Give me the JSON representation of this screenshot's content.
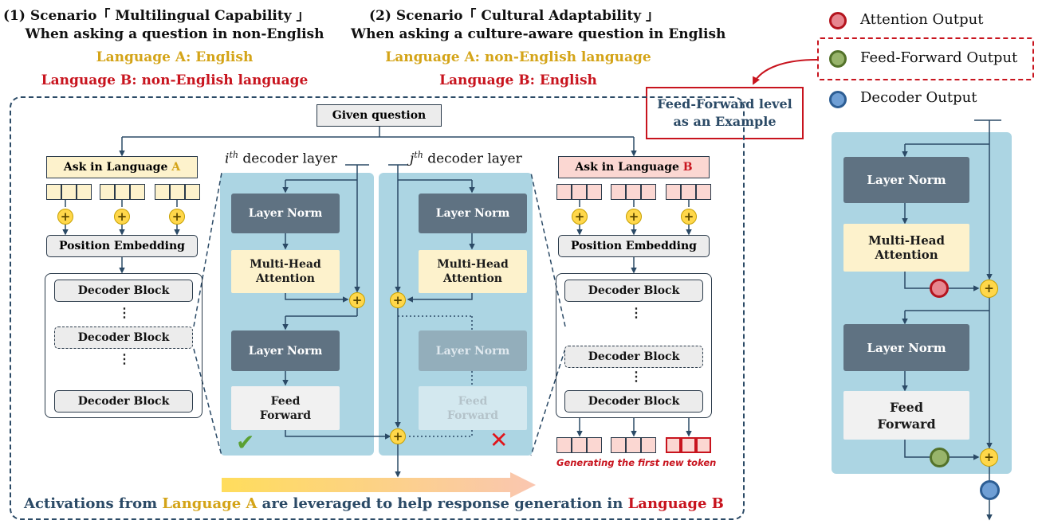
{
  "scenario1": {
    "title": "(1) Scenario「 Multilingual Capability 」",
    "subtitle": "When asking a question in non-English",
    "lang_a": "Language A: English",
    "lang_b": "Language B: non-English language"
  },
  "scenario2": {
    "title": "(2) Scenario「 Cultural Adaptability 」",
    "subtitle": "When asking a culture-aware question in English",
    "lang_a": "Language A: non-English language",
    "lang_b": "Language B: English"
  },
  "legend": {
    "attention": "Attention Output",
    "feedforward": "Feed-Forward Output",
    "decoder": "Decoder Output"
  },
  "example_note": {
    "line1": "Feed-Forward level",
    "line2": "as an Example"
  },
  "given_question": "Given question",
  "ask_a": {
    "prefix": "Ask in Language ",
    "letter": "A"
  },
  "ask_b": {
    "prefix": "Ask in Language ",
    "letter": "B"
  },
  "position_embedding": "Position Embedding",
  "decoder_block": "Decoder Block",
  "dots": "⋮",
  "layer_i": {
    "sym": "i",
    "sup": "th",
    "rest": " decoder layer"
  },
  "layer_j": {
    "sym": "j",
    "sup": "th",
    "rest": " decoder layer"
  },
  "layer_norm": "Layer Norm",
  "mha": {
    "line1": "Multi-Head",
    "line2": "Attention"
  },
  "ff": {
    "line1": "Feed",
    "line2": "Forward"
  },
  "plus": "+",
  "check": "✔",
  "cross": "✕",
  "generating": "Generating the first new token",
  "footer": {
    "p1": "Activations from ",
    "a": "Language A",
    "p2": " are leveraged to help response generation in ",
    "b": "Language B"
  },
  "colors": {
    "gold": "#d4a418",
    "red": "#c8141e",
    "navy": "#2b4a66",
    "layer_bg": "#acd5e3",
    "attention_circle": "#e7868f",
    "feedforward_circle": "#98b46b",
    "decoder_circle": "#6f9fd5"
  }
}
